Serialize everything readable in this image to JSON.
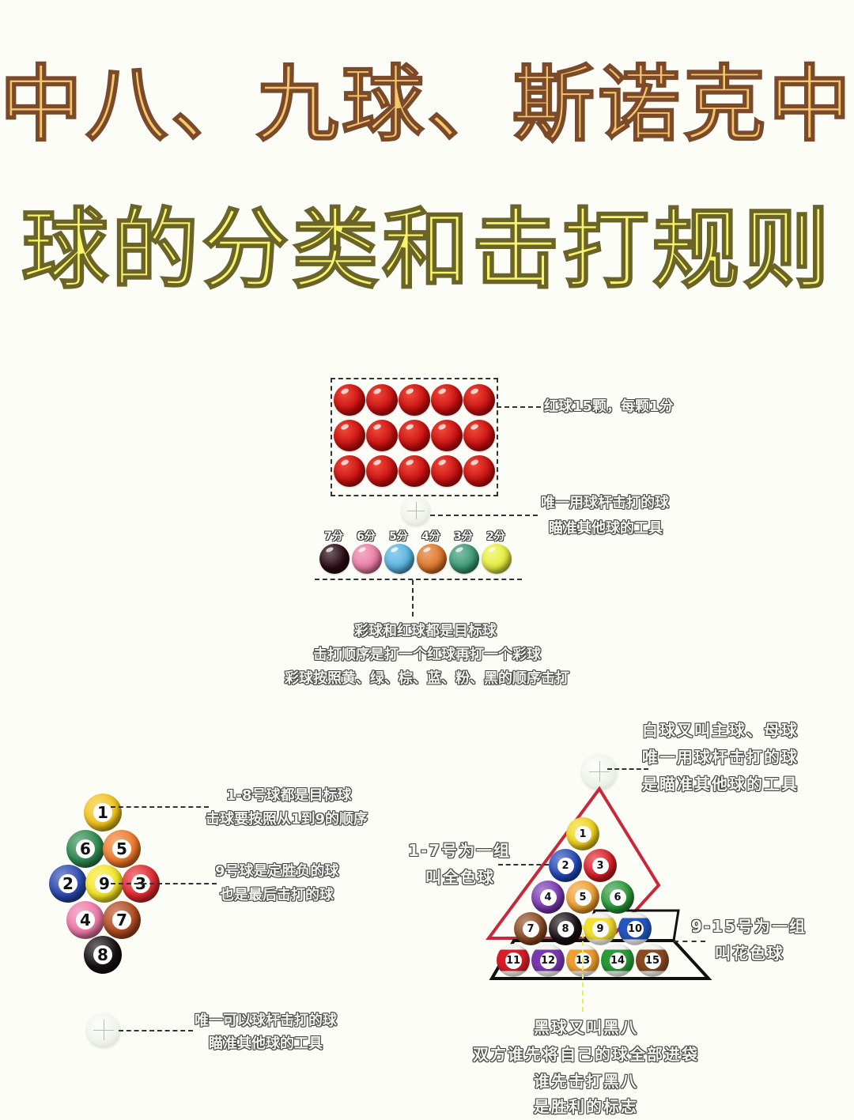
{
  "title": {
    "line1": "中八、九球、斯诺克中",
    "line2": "球的分类和击打规则",
    "line1_color": "#f5c56a",
    "line2_color": "#f8f56c"
  },
  "snooker": {
    "red_balls": {
      "count": 15,
      "rows": 3,
      "cols": 5,
      "color": "#c81010"
    },
    "red_label": "红球15颗，每颗1分",
    "cue_label": [
      "唯一用球杆击打的球",
      "瞄准其他球的工具"
    ],
    "colored_balls": [
      {
        "points": "7分",
        "color": "#2a0a14",
        "name": "black"
      },
      {
        "points": "6分",
        "color": "#ec7fa6",
        "name": "pink"
      },
      {
        "points": "5分",
        "color": "#5ab6e2",
        "name": "blue"
      },
      {
        "points": "4分",
        "color": "#e0782a",
        "name": "brown"
      },
      {
        "points": "3分",
        "color": "#3d9a78",
        "name": "green"
      },
      {
        "points": "2分",
        "color": "#e8f040",
        "name": "yellow"
      }
    ],
    "rules": [
      "彩球和红球都是目标球",
      "击打顺序是打一个红球再打一个彩球",
      "彩球按照黄、绿、棕、蓝、粉、黑的顺序击打"
    ]
  },
  "nine_ball": {
    "balls": [
      {
        "num": "1",
        "color": "#f2c51e"
      },
      {
        "num": "6",
        "color": "#2e8a4e"
      },
      {
        "num": "5",
        "color": "#ee7a2a"
      },
      {
        "num": "2",
        "color": "#2a48b0"
      },
      {
        "num": "9",
        "color": "#f4e62a"
      },
      {
        "num": "3",
        "color": "#e02a30"
      },
      {
        "num": "4",
        "color": "#ee7aa8"
      },
      {
        "num": "7",
        "color": "#b04a20"
      },
      {
        "num": "8",
        "color": "#161012"
      }
    ],
    "label_target": [
      "1-8号球都是目标球",
      "击球要按照从1到9的顺序"
    ],
    "label_nine": [
      "9号球是定胜负的球",
      "也是最后击打的球"
    ],
    "cue_label": [
      "唯一可以球杆击打的球",
      "瞄准其他球的工具"
    ]
  },
  "eight_ball": {
    "cue_label": [
      "白球又叫主球、母球",
      "唯一用球杆击打的球",
      "是瞄准其他球的工具"
    ],
    "solids_label": [
      "1-7号为一组",
      "叫全色球"
    ],
    "stripes_label": [
      "9-15号为一组",
      "叫花色球"
    ],
    "black_label": [
      "黑球又叫黑八",
      "双方谁先将自己的球全部进袋",
      "谁先击打黑八",
      "是胜利的标志"
    ],
    "rows": [
      [
        {
          "num": "1",
          "color": "#f2d41e"
        }
      ],
      [
        {
          "num": "2",
          "color": "#2448b8"
        },
        {
          "num": "3",
          "color": "#d81e28"
        }
      ],
      [
        {
          "num": "4",
          "color": "#7a3ab0"
        },
        {
          "num": "5",
          "color": "#f0a030"
        },
        {
          "num": "6",
          "color": "#2a9a3a"
        }
      ],
      [
        {
          "num": "7",
          "color": "#8a4a22"
        },
        {
          "num": "8",
          "color": "#1a1014"
        },
        {
          "num": "9",
          "color": "#f4e030",
          "stripe": true
        },
        {
          "num": "10",
          "color": "#2456c0",
          "stripe": true
        }
      ],
      [
        {
          "num": "11",
          "color": "#d81e28",
          "stripe": true
        },
        {
          "num": "12",
          "color": "#7a3ab0",
          "stripe": true
        },
        {
          "num": "13",
          "color": "#f0a030",
          "stripe": true
        },
        {
          "num": "14",
          "color": "#2a9a3a",
          "stripe": true
        },
        {
          "num": "15",
          "color": "#8a4a22",
          "stripe": true
        }
      ]
    ],
    "solids_outline_color": "#c8283a",
    "stripes_outline_color": "#111111"
  }
}
